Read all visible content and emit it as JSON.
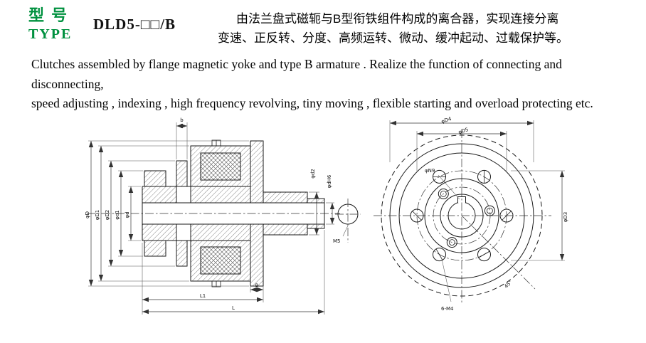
{
  "header": {
    "type_label_cn": "型 号",
    "type_label_en": "TYPE",
    "model": "DLD5-□□/B",
    "desc_cn_line1": "由法兰盘式磁轭与B型衔铁组件构成的离合器，实现连接分离",
    "desc_cn_line2": "变速、正反转、分度、高频运转、微动、缓冲起动、过载保护等。",
    "accent_color": "#00913f"
  },
  "description": {
    "line1": "Clutches assembled by flange magnetic yoke and type B armature . Realize the function of connecting and disconnecting,",
    "line2": "speed adjusting , indexing , high frequency revolving, tiny moving , flexible starting and overload protecting etc."
  },
  "section_view": {
    "dim_phi_D": "φD",
    "dim_phi_D1": "φD1",
    "dim_phi_D2": "φD2",
    "dim_phi_d1": "φd1",
    "dim_phi_d": "φd",
    "dim_b": "b",
    "dim_phi_d2": "φd2",
    "dim_phi_dH6": "φdH6",
    "dim_B": "B",
    "dim_L1": "L1",
    "dim_L": "L"
  },
  "terminal_view": {
    "label": "M5"
  },
  "front_view": {
    "dim_outer": "φD4",
    "dim_bolt_circle": "φD5",
    "dim_right": "φD3",
    "keyway_label": "φN9",
    "screws_label": "6-M4",
    "angle_label": "45°"
  }
}
